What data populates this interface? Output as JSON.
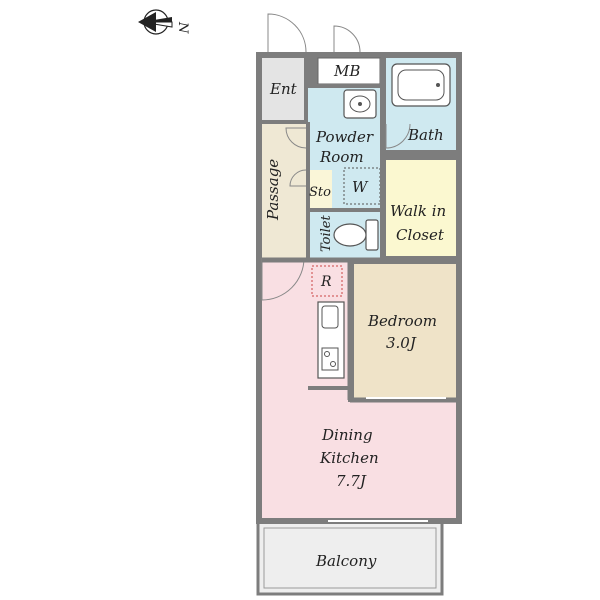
{
  "compass": {
    "label": "N",
    "icon": "north-arrow-icon"
  },
  "rooms": {
    "ent": "Ent",
    "mb": "MB",
    "powder_room": [
      "Powder",
      "Room"
    ],
    "bath": "Bath",
    "passage": "Passage",
    "sto": "Sto",
    "w": "W",
    "walk_in_closet": [
      "Walk in",
      "Closet"
    ],
    "toilet": "Toilet",
    "r": "R",
    "bedroom": [
      "Bedroom",
      "3.0J"
    ],
    "dining_kitchen": [
      "Dining",
      "Kitchen",
      "7.7J"
    ],
    "balcony": "Balcony"
  },
  "colors": {
    "wall": "#7d7d7d",
    "ent_floor": "#e4e4e4",
    "passage_floor": "#efe8d4",
    "wet_area": "#cfe9f0",
    "closet": "#fbf8d0",
    "bedroom": "#efe3c8",
    "dining_kitchen": "#f9dfe3",
    "balcony": "#eeeeee",
    "storage": "#faf6d8"
  }
}
